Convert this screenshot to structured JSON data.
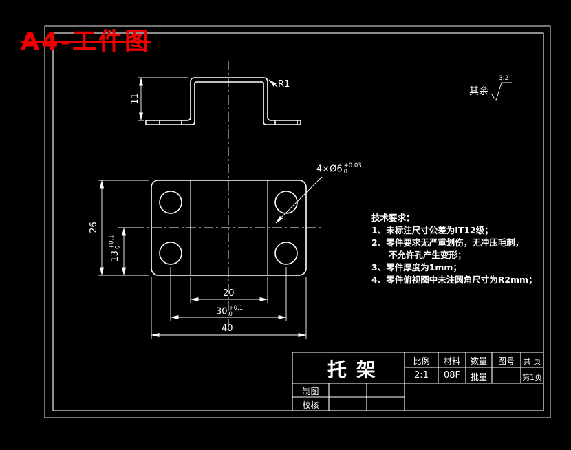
{
  "heading": "A4-工件图",
  "surface_note": {
    "label": "其余",
    "roughness": "3.2"
  },
  "side_view": {
    "height_dim": "11",
    "radius_label": "R1"
  },
  "plan_view": {
    "hole_callout": {
      "text": "4×Ø6",
      "tol_upper": "+0.03",
      "tol_lower": "0"
    },
    "dim_width_overall": "40",
    "dim_hole_spacing_x": {
      "value": "30",
      "tol_upper": "+0.1",
      "tol_lower": "0"
    },
    "dim_inner_width": "20",
    "dim_height_overall": "26",
    "dim_hole_spacing_y": {
      "value": "13",
      "tol_upper": "+0.1",
      "tol_lower": "0"
    }
  },
  "tech_requirements": {
    "title": "技术要求：",
    "lines": [
      "1、未标注尺寸公差为IT12级；",
      "2、零件要求无严重划伤，无冲压毛刺，",
      "不允许孔产生变形；",
      "3、零件厚度为1mm；",
      "4、零件俯视图中未注圆角尺寸为R2mm；"
    ]
  },
  "title_block": {
    "part_name": "托架",
    "col_scale": "比例",
    "col_material": "材料",
    "col_qty": "数量",
    "col_dwg_no": "图号",
    "col_pages": "共 页",
    "val_scale": "2:1",
    "val_material": "08F",
    "val_qty": "批量",
    "val_pages": "第1页",
    "row_drafter": "制图",
    "row_checker": "校核"
  }
}
